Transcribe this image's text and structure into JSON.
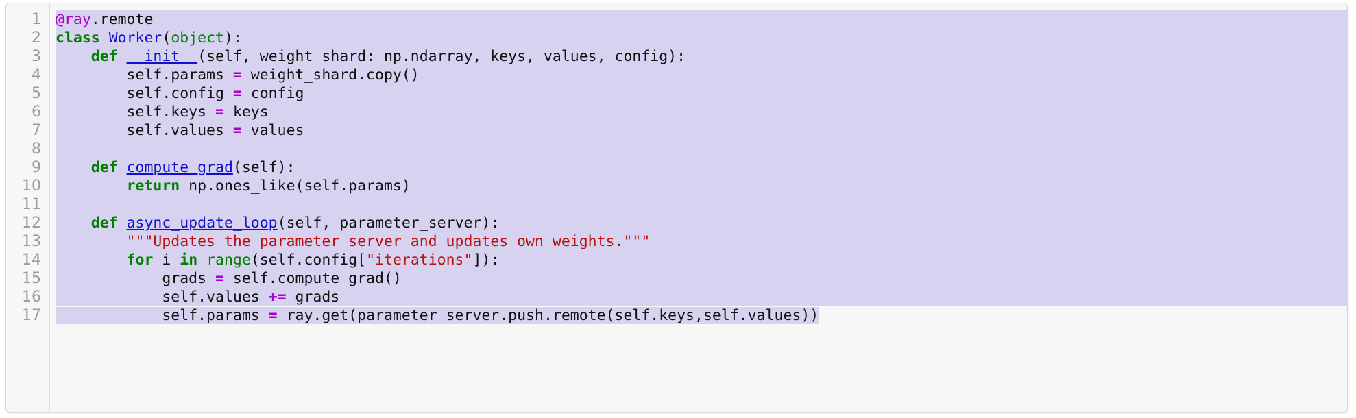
{
  "editor": {
    "language": "python",
    "background_color": "#f7f7f7",
    "gutter_color": "#f7f7f7",
    "line_number_color": "#9b9b9b",
    "selection_color": "#d6d2ef",
    "total_lines": 17,
    "line_numbers": [
      "1",
      "2",
      "3",
      "4",
      "5",
      "6",
      "7",
      "8",
      "9",
      "10",
      "11",
      "12",
      "13",
      "14",
      "15",
      "16",
      "17"
    ],
    "lines": [
      {
        "number": "1",
        "selected": "full",
        "tokens": [
          {
            "t": "@ray",
            "c": "deco"
          },
          {
            "t": ".remote",
            "c": "plain"
          }
        ]
      },
      {
        "number": "2",
        "selected": "full",
        "tokens": [
          {
            "t": "class",
            "c": "kw"
          },
          {
            "t": " ",
            "c": "plain"
          },
          {
            "t": "Worker",
            "c": "fn"
          },
          {
            "t": "(",
            "c": "plain"
          },
          {
            "t": "object",
            "c": "builtin"
          },
          {
            "t": "):",
            "c": "plain"
          }
        ]
      },
      {
        "number": "3",
        "selected": "full",
        "tokens": [
          {
            "t": "    ",
            "c": "plain"
          },
          {
            "t": "def",
            "c": "kw"
          },
          {
            "t": " ",
            "c": "plain"
          },
          {
            "t": "__init__",
            "c": "fn-u"
          },
          {
            "t": "(self, weight_shard: np.ndarray, keys, values, config):",
            "c": "plain"
          }
        ]
      },
      {
        "number": "4",
        "selected": "full",
        "tokens": [
          {
            "t": "        self.params ",
            "c": "plain"
          },
          {
            "t": "=",
            "c": "op"
          },
          {
            "t": " weight_shard.copy()",
            "c": "plain"
          }
        ]
      },
      {
        "number": "5",
        "selected": "full",
        "tokens": [
          {
            "t": "        self.config ",
            "c": "plain"
          },
          {
            "t": "=",
            "c": "op"
          },
          {
            "t": " config",
            "c": "plain"
          }
        ]
      },
      {
        "number": "6",
        "selected": "full",
        "tokens": [
          {
            "t": "        self.keys ",
            "c": "plain"
          },
          {
            "t": "=",
            "c": "op"
          },
          {
            "t": " keys",
            "c": "plain"
          }
        ]
      },
      {
        "number": "7",
        "selected": "full",
        "tokens": [
          {
            "t": "        self.values ",
            "c": "plain"
          },
          {
            "t": "=",
            "c": "op"
          },
          {
            "t": " values",
            "c": "plain"
          }
        ]
      },
      {
        "number": "8",
        "selected": "full",
        "tokens": [
          {
            "t": "",
            "c": "plain"
          }
        ]
      },
      {
        "number": "9",
        "selected": "full",
        "tokens": [
          {
            "t": "    ",
            "c": "plain"
          },
          {
            "t": "def",
            "c": "kw"
          },
          {
            "t": " ",
            "c": "plain"
          },
          {
            "t": "compute_grad",
            "c": "fn-u"
          },
          {
            "t": "(self):",
            "c": "plain"
          }
        ]
      },
      {
        "number": "10",
        "selected": "full",
        "tokens": [
          {
            "t": "        ",
            "c": "plain"
          },
          {
            "t": "return",
            "c": "kw"
          },
          {
            "t": " np.ones_like(self.params)",
            "c": "plain"
          }
        ]
      },
      {
        "number": "11",
        "selected": "full",
        "tokens": [
          {
            "t": "",
            "c": "plain"
          }
        ]
      },
      {
        "number": "12",
        "selected": "full",
        "tokens": [
          {
            "t": "    ",
            "c": "plain"
          },
          {
            "t": "def",
            "c": "kw"
          },
          {
            "t": " ",
            "c": "plain"
          },
          {
            "t": "async_update_loop",
            "c": "fn-u"
          },
          {
            "t": "(self, parameter_server):",
            "c": "plain"
          }
        ]
      },
      {
        "number": "13",
        "selected": "full",
        "tokens": [
          {
            "t": "        ",
            "c": "plain"
          },
          {
            "t": "\"\"\"Updates the parameter server and updates own weights.\"\"\"",
            "c": "str"
          }
        ]
      },
      {
        "number": "14",
        "selected": "full",
        "tokens": [
          {
            "t": "        ",
            "c": "plain"
          },
          {
            "t": "for",
            "c": "kw"
          },
          {
            "t": " i ",
            "c": "plain"
          },
          {
            "t": "in",
            "c": "kw"
          },
          {
            "t": " ",
            "c": "plain"
          },
          {
            "t": "range",
            "c": "builtin"
          },
          {
            "t": "(self.config[",
            "c": "plain"
          },
          {
            "t": "\"iterations\"",
            "c": "str"
          },
          {
            "t": "]):",
            "c": "plain"
          }
        ]
      },
      {
        "number": "15",
        "selected": "full",
        "tokens": [
          {
            "t": "            grads ",
            "c": "plain"
          },
          {
            "t": "=",
            "c": "op"
          },
          {
            "t": " self.compute_grad()",
            "c": "plain"
          }
        ]
      },
      {
        "number": "16",
        "selected": "full",
        "tokens": [
          {
            "t": "            self.values ",
            "c": "plain"
          },
          {
            "t": "+=",
            "c": "op"
          },
          {
            "t": " grads",
            "c": "plain"
          }
        ]
      },
      {
        "number": "17",
        "selected": "text",
        "tokens": [
          {
            "t": "            self.params ",
            "c": "plain"
          },
          {
            "t": "=",
            "c": "op"
          },
          {
            "t": " ray.get(parameter_server.push.remote(self.keys,self.values))",
            "c": "plain"
          }
        ]
      }
    ]
  }
}
